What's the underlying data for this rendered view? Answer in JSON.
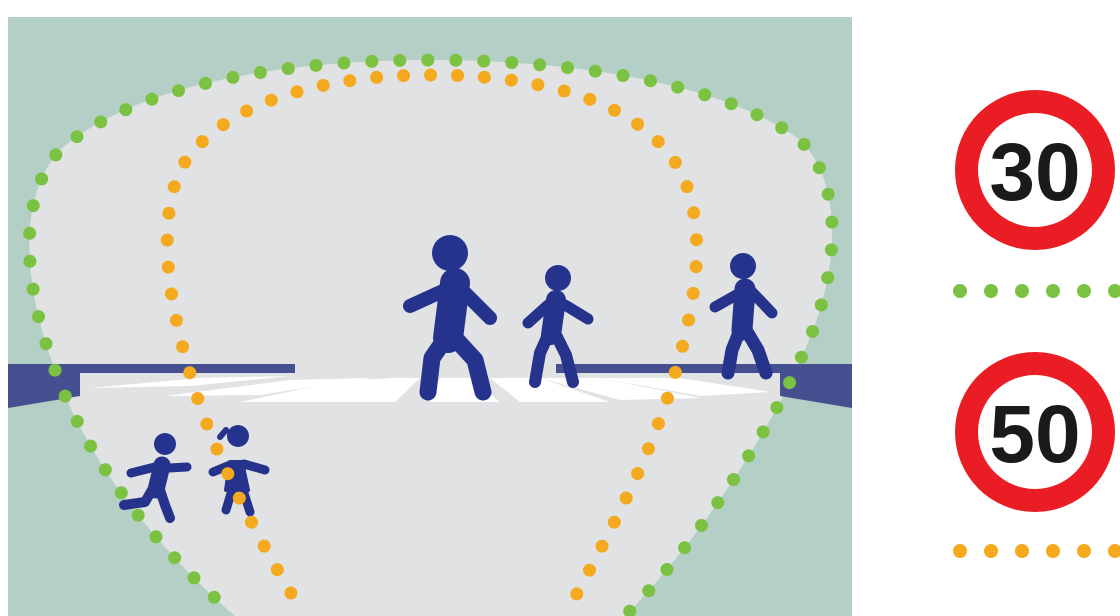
{
  "colors": {
    "background": "#b4cfc5",
    "field_of_view": "#e1e2e4",
    "road_band": "#464f90",
    "crossing": "#ffffff",
    "pedestrian": "#25338c",
    "speed_30_dots": "#7cc242",
    "speed_50_dots": "#f5a91e",
    "sign_ring": "#ea1c24",
    "sign_face": "#ffffff",
    "sign_text": "#1a1a1a"
  },
  "figures": [
    {
      "name": "adult-walking-center",
      "icon": "pedestrian-walking-icon"
    },
    {
      "name": "child-walking-center",
      "icon": "pedestrian-walking-icon"
    },
    {
      "name": "adult-walking-right",
      "icon": "pedestrian-walking-icon"
    },
    {
      "name": "child-running-left",
      "icon": "child-running-icon"
    },
    {
      "name": "girl-walking-left",
      "icon": "child-walking-icon"
    }
  ],
  "legend": {
    "speed_30": {
      "label": "30",
      "line_color": "#7cc242"
    },
    "speed_50": {
      "label": "50",
      "line_color": "#f5a91e"
    }
  }
}
